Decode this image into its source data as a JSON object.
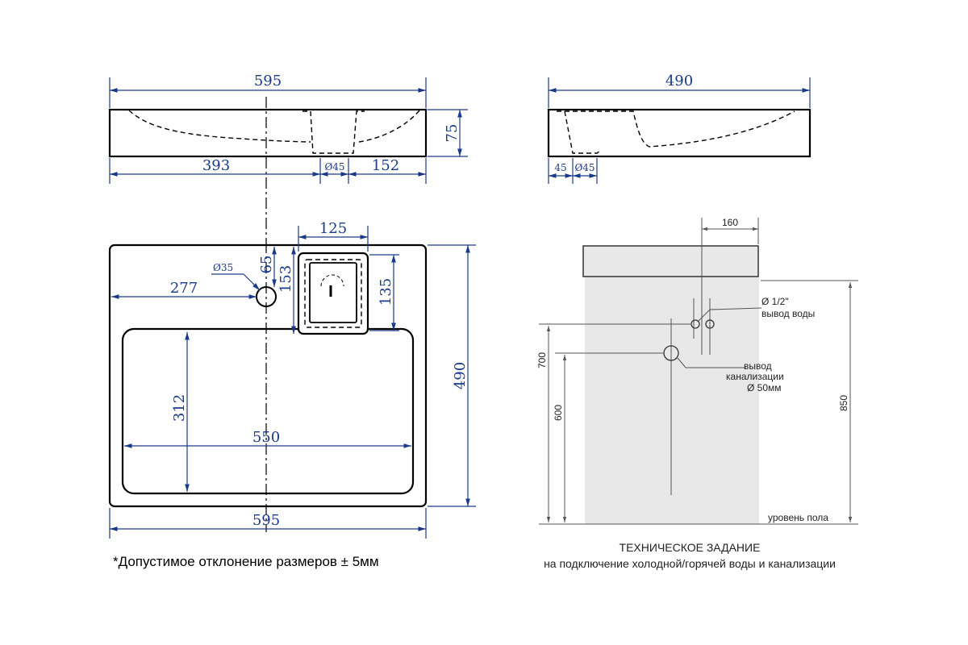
{
  "colors": {
    "dimension": "#1a3a8a",
    "outline": "#000000",
    "wall": "#e8e8e8"
  },
  "top_front_view": {
    "width": "595",
    "height": "75",
    "left": "393",
    "drain": "Ø45",
    "right": "152"
  },
  "side_view": {
    "depth": "490",
    "edge": "45",
    "drain": "Ø45"
  },
  "plan_view": {
    "tap_hole": "Ø35",
    "tap_offset_top": "65",
    "tap_from_left": "277",
    "niche_width": "125",
    "niche_depth_153": "153",
    "niche_inner_135": "135",
    "bowl_depth": "312",
    "bowl_width": "550",
    "total_depth": "490",
    "total_width": "595"
  },
  "spec": {
    "dim_160": "160",
    "water_label": "Ø 1/2\"",
    "water_title": "вывод воды",
    "sewer_title_1": "вывод",
    "sewer_title_2": "канализации",
    "sewer_size": "Ø 50мм",
    "h700": "700",
    "h600": "600",
    "h850": "850",
    "floor": "уровень пола",
    "caption_1": "ТЕХНИЧЕСКОЕ ЗАДАНИЕ",
    "caption_2": "на подключение холодной/горячей воды и канализации"
  },
  "note": "*Допустимое отклонение размеров ± 5мм"
}
